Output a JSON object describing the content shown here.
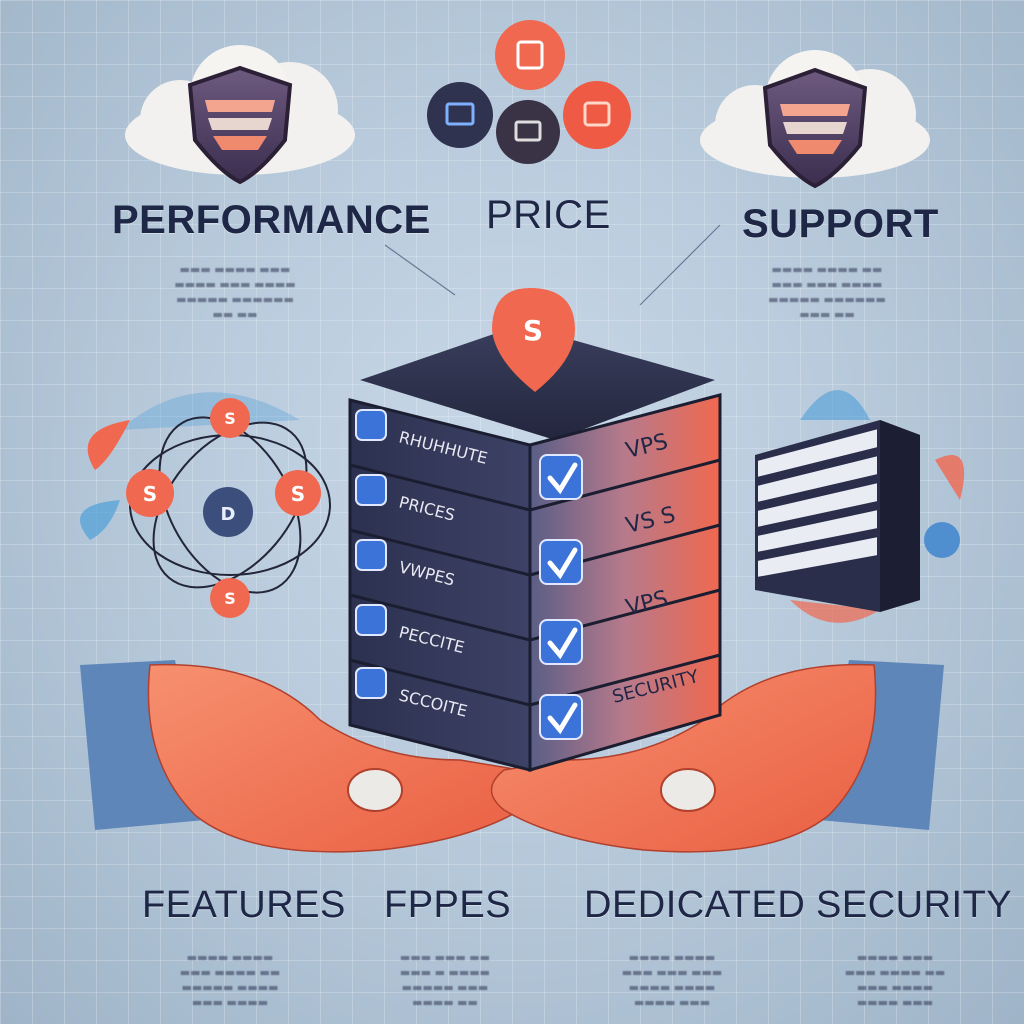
{
  "headings": {
    "performance": "PERFORMANCE",
    "price": "PRICE",
    "support": "SUPPORT",
    "features": "FEATURES",
    "fppes": "FPPES",
    "dedicated": "DEDICATED",
    "security": "SECURITY"
  },
  "server_stack": {
    "top_badge": "S",
    "left_labels": [
      "RHUHHUTE",
      "PRICES",
      "VWPES",
      "PECCITE",
      "SCCOITE"
    ],
    "right_labels": [
      "VPS",
      "VS S",
      "VPS",
      "SECURITY"
    ]
  },
  "network": {
    "nodes": [
      "S",
      "S",
      "D",
      "S",
      "S"
    ]
  },
  "colors": {
    "accent": "#f0684f",
    "navy": "#2a2e4a",
    "check_blue": "#3b73d9",
    "skin": "#f47c5c"
  }
}
